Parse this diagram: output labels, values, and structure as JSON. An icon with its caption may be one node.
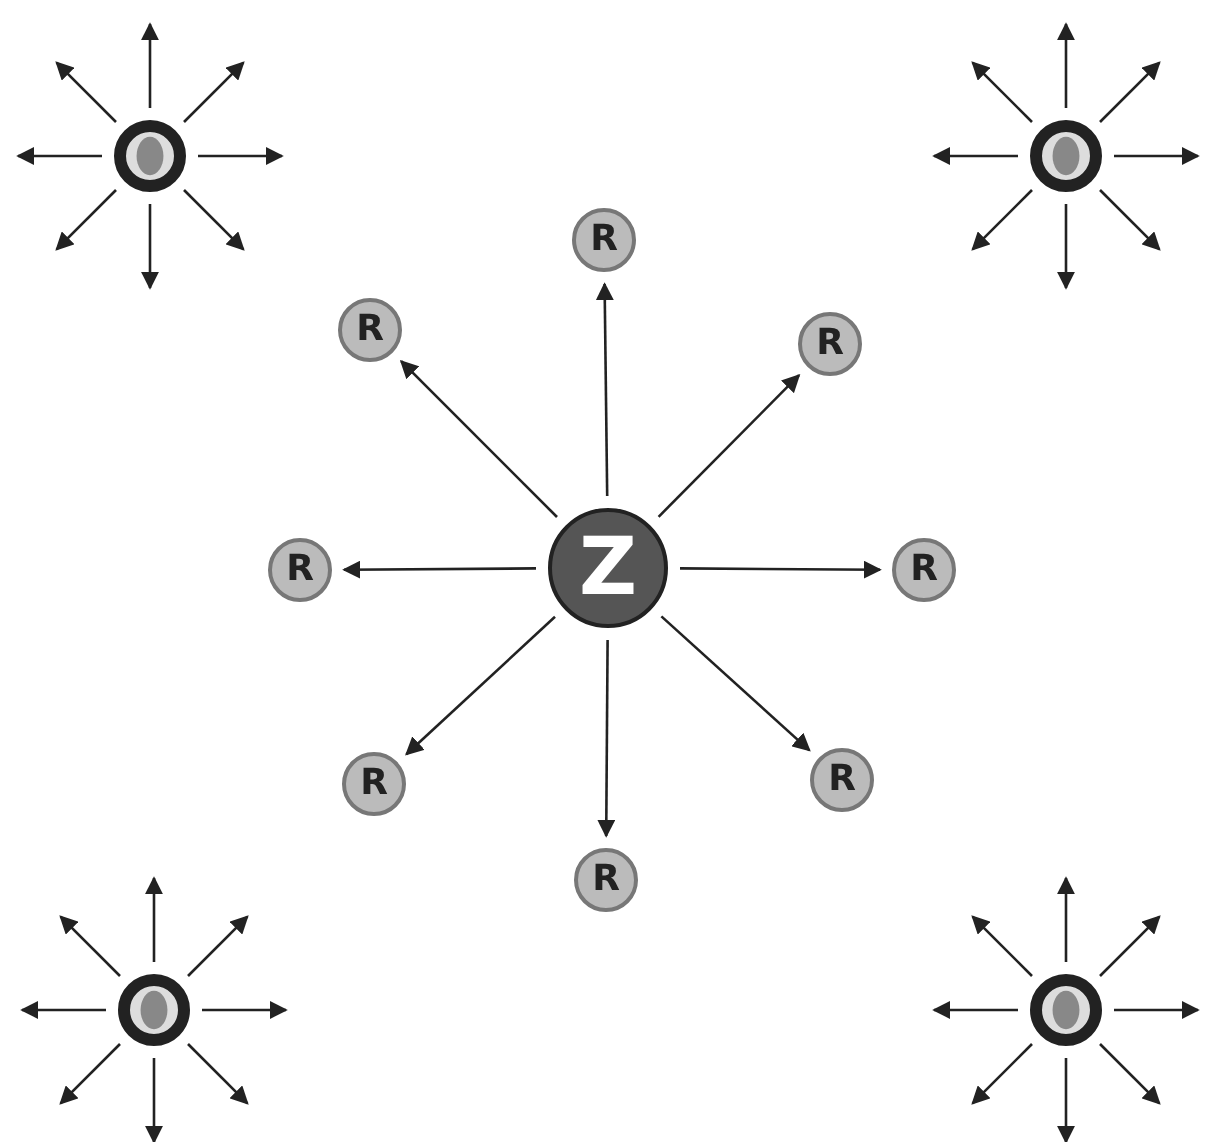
{
  "diagram": {
    "nodes": [
      {
        "text": [],
        "shape": "circle"
      },
      {
        "text": [],
        "shape": "circle"
      },
      {
        "text": [
          "R"
        ]
      },
      {
        "text": [
          "R"
        ]
      },
      {
        "text": [
          "R"
        ]
      },
      {
        "text": [
          "R"
        ]
      },
      {
        "text": [
          "Z"
        ]
      },
      {
        "text": [
          "R"
        ]
      },
      {
        "text": [
          "R"
        ]
      },
      {
        "text": [
          "R"
        ]
      },
      {
        "text": [
          "R"
        ]
      },
      {
        "text": [],
        "shape": "circle"
      },
      {
        "text": [],
        "shape": "circle"
      }
    ],
    "edges": [
      {
        "from": 6,
        "to": 2,
        "arrow": "to"
      },
      {
        "from": 6,
        "to": 4,
        "arrow": "to"
      },
      {
        "from": 6,
        "to": 7,
        "arrow": "to"
      },
      {
        "from": 6,
        "to": 9,
        "arrow": "to"
      },
      {
        "from": 6,
        "to": 10,
        "arrow": "to"
      },
      {
        "from": 6,
        "to": 8,
        "arrow": "to"
      },
      {
        "from": 6,
        "to": 5,
        "arrow": "to"
      },
      {
        "from": 6,
        "to": 3,
        "arrow": "to"
      },
      {
        "from": 0,
        "to": null,
        "arrow": "to"
      },
      {
        "from": 0,
        "to": null,
        "arrow": "to"
      },
      {
        "from": 0,
        "to": null,
        "arrow": "to"
      },
      {
        "from": 0,
        "to": null,
        "arrow": "to"
      },
      {
        "from": 0,
        "to": null,
        "arrow": "to"
      },
      {
        "from": 0,
        "to": null,
        "arrow": "to"
      },
      {
        "from": 0,
        "to": null,
        "arrow": "to"
      },
      {
        "from": 0,
        "to": null,
        "arrow": "to"
      },
      {
        "from": 1,
        "to": null,
        "arrow": "to"
      },
      {
        "from": 1,
        "to": null,
        "arrow": "to"
      },
      {
        "from": 1,
        "to": null,
        "arrow": "to"
      },
      {
        "from": 1,
        "to": null,
        "arrow": "to"
      },
      {
        "from": 1,
        "to": null,
        "arrow": "to"
      },
      {
        "from": 1,
        "to": null,
        "arrow": "to"
      },
      {
        "from": 1,
        "to": null,
        "arrow": "to"
      },
      {
        "from": 1,
        "to": null,
        "arrow": "to"
      },
      {
        "from": 11,
        "to": null,
        "arrow": "to"
      },
      {
        "from": 11,
        "to": null,
        "arrow": "to"
      },
      {
        "from": 11,
        "to": null,
        "arrow": "to"
      },
      {
        "from": 11,
        "to": null,
        "arrow": "to"
      },
      {
        "from": 11,
        "to": null,
        "arrow": "to"
      },
      {
        "from": 11,
        "to": null,
        "arrow": "to"
      },
      {
        "from": 11,
        "to": null,
        "arrow": "to"
      },
      {
        "from": 11,
        "to": null,
        "arrow": "to"
      },
      {
        "from": 12,
        "to": null,
        "arrow": "to"
      },
      {
        "from": 12,
        "to": null,
        "arrow": "to"
      },
      {
        "from": 12,
        "to": null,
        "arrow": "to"
      },
      {
        "from": 12,
        "to": null,
        "arrow": "to"
      },
      {
        "from": 12,
        "to": null,
        "arrow": "to"
      },
      {
        "from": 12,
        "to": null,
        "arrow": "to"
      },
      {
        "from": 12,
        "to": null,
        "arrow": "to"
      },
      {
        "from": 12,
        "to": null,
        "arrow": "to"
      }
    ]
  }
}
